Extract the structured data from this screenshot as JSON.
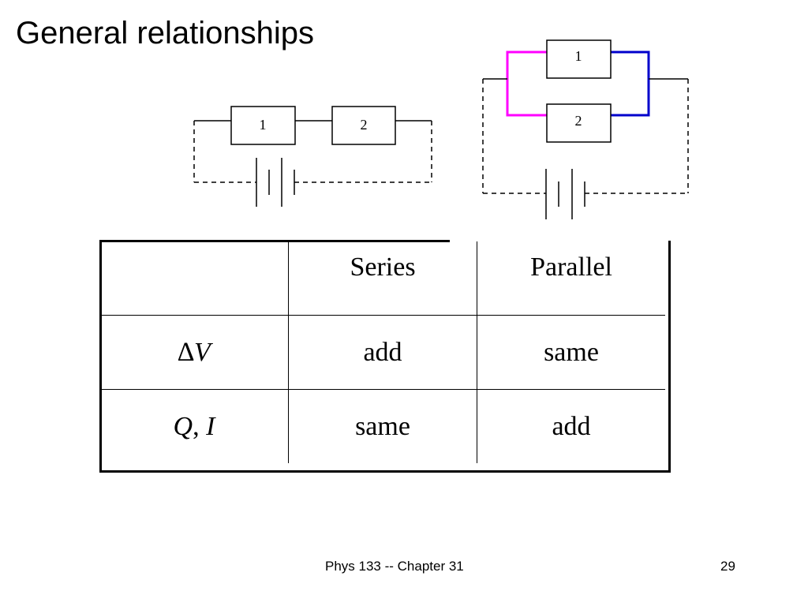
{
  "title": "General relationships",
  "series_circuit": {
    "box1": "1",
    "box2": "2"
  },
  "parallel_circuit": {
    "box1": "1",
    "box2": "2"
  },
  "colors": {
    "parallel_left_wire": "#ff00ff",
    "parallel_right_wire": "#0000cc"
  },
  "table": {
    "headers": [
      "",
      "Series",
      "Parallel"
    ],
    "rows": [
      {
        "quantity_symbol": "∆",
        "quantity_var": "V",
        "series": "add",
        "parallel": "same"
      },
      {
        "quantity_q": "Q",
        "quantity_sep": ", ",
        "quantity_i": "I",
        "series": "same",
        "parallel": "add"
      }
    ]
  },
  "footer": {
    "course": "Phys 133 -- Chapter 31",
    "page": "29"
  }
}
